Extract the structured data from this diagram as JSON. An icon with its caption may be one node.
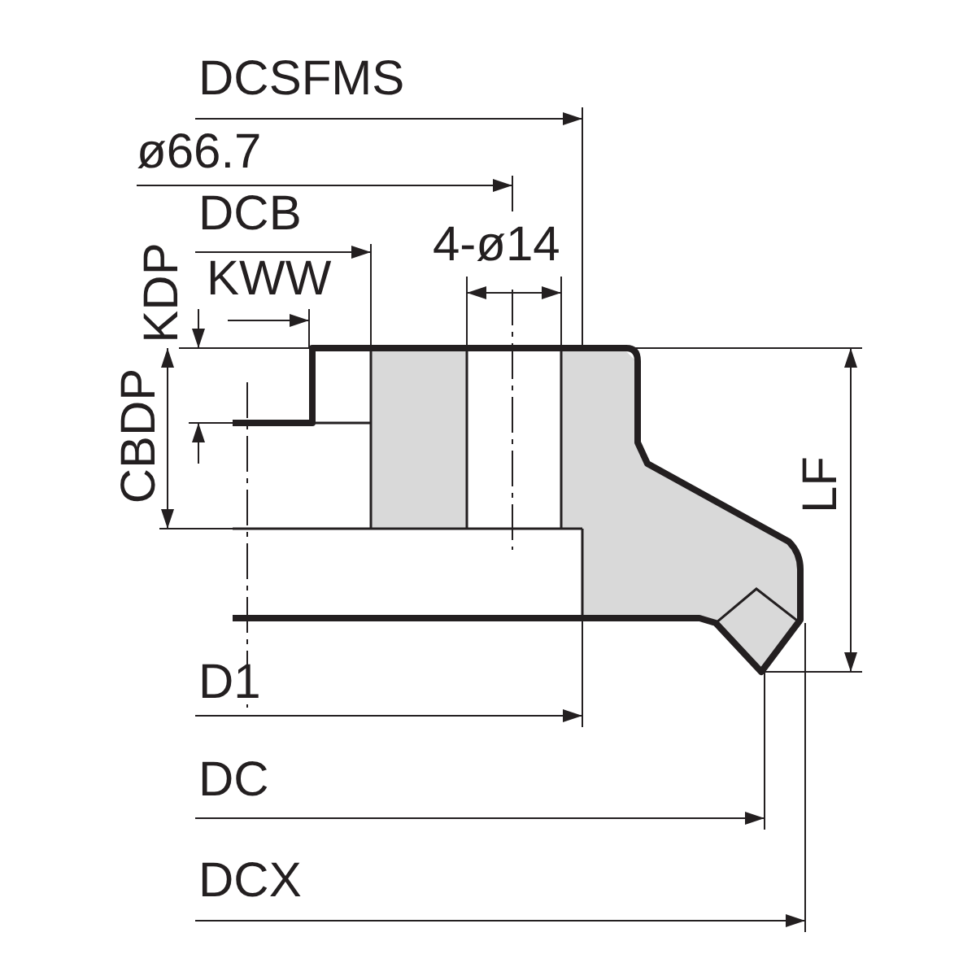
{
  "diagram": {
    "labels": [
      "DCSFMS",
      "ø66.7",
      "DCB",
      "4-ø14",
      "KDP",
      "KWW",
      "CBDP",
      "LF",
      "D1",
      "DC",
      "DCX"
    ]
  }
}
